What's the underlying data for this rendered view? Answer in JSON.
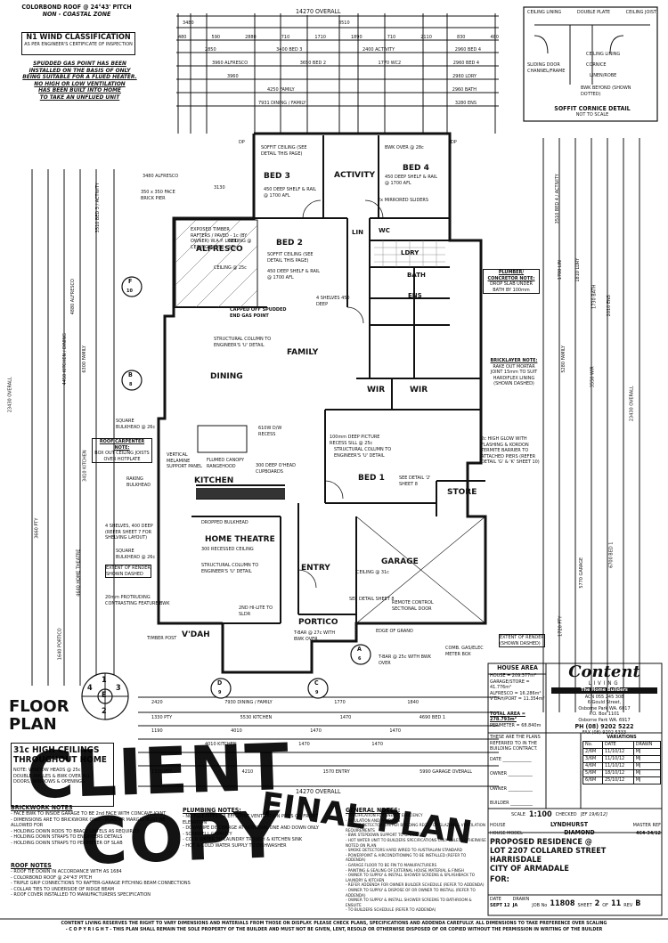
{
  "header": {
    "roof": "COLORBOND ROOF @ 24°43' PITCH",
    "zone": "NON - COASTAL ZONE",
    "wind_title": "N1 WIND CLASSIFICATION",
    "wind_sub": "AS PER ENGINEER'S CERTIFICATE OF INSPECTION",
    "gas_note": [
      "SPUDDED GAS POINT HAS BEEN",
      "INSTALLED ON THE BASIS OF ONLY",
      "BEING SUITABLE FOR A FLUED HEATER.",
      "NO HIGH OR LOW VENTILATION",
      "HAS BEEN BUILT INTO HOME",
      "TO TAKE AN UNFLUED UNIT"
    ],
    "overall_top": "14270 OVERALL",
    "overall_bottom": "14270 OVERALL"
  },
  "top_dims": [
    [
      "3480",
      "8510"
    ],
    [
      "480",
      "590",
      "2880",
      "710",
      "1710",
      "1890",
      "710",
      "2110",
      "830",
      "480"
    ],
    [
      "2850",
      "3400 BED 3",
      "2400 ACTIVITY",
      "2960 BED 4"
    ],
    [
      "3960 ALFRESCO",
      "3650 BED 2",
      "1770 WC2",
      "2960 BED 4"
    ],
    [
      "3960",
      "2960 LDRY"
    ],
    [
      "4250 FAMILY",
      "2960 BATH"
    ],
    [
      "7931 DINING / FAMILY",
      "3280 ENS"
    ]
  ],
  "soffit": {
    "title": "SOFFIT CORNICE DETAIL",
    "sub": "NOT TO SCALE",
    "labels": [
      "CEILING LINING",
      "DOUBLE PLATE",
      "CEILING JOIST",
      "CEILING LINING",
      "CORNICE",
      "SLIDING DOOR CHANNEL/FRAME",
      "LINEN/ROBE",
      "BWK BEYOND (SHOWN DOTTED)"
    ]
  },
  "rooms": {
    "bed3": "BED 3",
    "activity": "ACTIVITY",
    "bed4": "BED 4",
    "bed2": "BED 2",
    "alfresco": "ALFRESCO",
    "dining": "DINING",
    "family": "FAMILY",
    "wir1": "WIR",
    "wir2": "WIR",
    "kitchen": "KITCHEN",
    "home_theatre": "HOME THEATRE",
    "bed1": "BED 1",
    "store": "STORE",
    "garage": "GARAGE",
    "entry": "ENTRY",
    "portico": "PORTICO",
    "vdah": "V'DAH",
    "ens": "ENS",
    "bath": "BATH",
    "ldry": "LDRY",
    "wc": "WC",
    "linen": "LIN"
  },
  "notes": {
    "soffit_ceiling_1": "SOFFIT CEILING (SEE DETAIL THIS PAGE)",
    "soffit_ceiling_2": "SOFFIT CEILING (SEE DETAIL THIS PAGE)",
    "shelf_rail_1": "450 DEEP SHELF & RAIL @ 1700 AFL",
    "shelf_rail_2": "450 DEEP SHELF & RAIL @ 1700 AFL",
    "shelf_rail_3": "450 DEEP SHELF & RAIL @ 1700 AFL",
    "bwk_over_1": "BWK OVER @ 28c",
    "mirrored": "2x MIRRORED SLIDERS",
    "alfresco_pave": "EXPOSED TIMBER RAFTERS / PAVED - 1c (BY OWNER) W.A.P. LINED CEILING @ 25c",
    "capped_gas": "CAPPED OFF SPUDDED END GAS POINT",
    "structural_1": "STRUCTURAL COLUMN TO ENGINEER'S 'U' DETAIL",
    "structural_2": "STRUCTURAL COLUMN TO ENGINEER'S 'U' DETAIL",
    "structural_3": "STRUCTURAL COLUMN TO ENGINEER'S 'U' DETAIL",
    "plumber_title": "PLUMBER/ CONCRETOR NOTE:",
    "plumber_body": "DROP SLAB UNDER BATH BY 100mm",
    "bricklayer_title": "BRICKLAYER NOTE:",
    "bricklayer_body": "RAKE OUT MORTAR JOINT 15mm TO SUIT HARDIFLEX LINING (SHOWN DASHED)",
    "roof_carpenter_title": "ROOF CARPENTER NOTE:",
    "roof_carpenter_body": "BOX OUT CEILING JOISTS OVER HOTPLATE",
    "square_bulkhead_1": "SQUARE BULKHEAD @ 26c",
    "square_bulkhead_2": "SQUARE BULKHEAD @ 26c",
    "raking_bulkhead": "RAKING BULKHEAD",
    "vertical_melamine": "VERTICAL MELAMINE SUPPORT PANEL",
    "flumed_canopy": "FLUMED CANOPY RANGEHOOD",
    "dw_recess": "610W D/W RECESS",
    "picture_recess": "100mm DEEP PICTURE RECESS SILL @ 25c",
    "see_detail_2": "SEE DETAIL '2' SHEET 8",
    "see_detail_sheet8": "SEE DETAIL SHEET 8",
    "shelves": "4 SHELVES, 400 DEEP (REFER SHEET 7 FOR SHELVING LAYOUT)",
    "extent_render": "EXTENT OF RENDER SHOWN DASHED",
    "protruding": "20mm PROTRUDING CONTRASTING FEATURE BWK",
    "timber_post": "TIMBER POST",
    "remote_door": "REMOTE CONTROL SECTIONAL DOOR",
    "edge_grano": "EDGE OF GRANO",
    "comb_meter": "COMB. GAS/ELEC METER BOX",
    "extent_render_2": "EXTENT OF RENDER (SHOWN DASHED)",
    "t_bar_1": "T-BAR @ 25c WITH BWK OVER",
    "t_bar_2": "T-BAR @ 27c WITH BWK OVER",
    "dropped_bulkhead": "DROPPED BULKHEAD",
    "recessed_ceiling": "300 RECESSED CEILING",
    "hi_lite": "2ND HI-LITE TO SLDR",
    "ceiling_hts": "CEILING @ 31c",
    "two_c_fixed": "2c HIGH GLOW WITH FLASHING & KORDON TERMITE BARRIER TO ATTACHED PIERS (REFER DETAIL 'G' & 'K' SHEET 10)",
    "two_shelves": "4 SHELVES 450 DEEP",
    "dp": "DP",
    "cupboards": "300 DEEP O'HEAD CUPBOARDS",
    "exposed_ceiling": "CEILING @ 27c",
    "alfresco_ceiling": "CEILING @ 25c"
  },
  "callouts": {
    "f10": [
      "F",
      "10"
    ],
    "b8": [
      "B",
      "8"
    ],
    "a6": [
      "A",
      "6"
    ],
    "d9": [
      "D",
      "9"
    ],
    "c9": [
      "C",
      "9"
    ],
    "e_compass": [
      "E",
      "4",
      "2",
      "1",
      "3"
    ]
  },
  "left_dims": [
    "3480 ALFRESCO",
    "350 x 350 FACE BRICK PIER",
    "3130",
    "3510 BED 3 / ACTIVITY",
    "4880 ALFRESCO",
    "4450 KITCHEN / DINING",
    "6300 FAMILY",
    "3410 KITCHEN",
    "3660 PTY",
    "4640 HOME THEATRE",
    "1640 PORTICO",
    "23430 OVERALL"
  ],
  "right_dims": [
    "3510 BED 4 / ACTIVITY",
    "1700 LIN",
    "1810 LDRY",
    "1730 BATH",
    "2010 ENS",
    "5280 FAMILY",
    "3550 WIR",
    "23430 OVERALL",
    "5770 GARAGE",
    "1720 PTY",
    "6700 BED 1"
  ],
  "bottom_dims": [
    [
      "2420",
      "7930 DINING / FAMILY",
      "1770",
      "1840"
    ],
    [
      "1330 PTY",
      "5530 KITCHEN",
      "1470",
      "4690 BED 1"
    ],
    [
      "1190",
      "4010",
      "1470",
      "1470"
    ],
    [
      "4010 KITCHEN",
      "1470",
      "1470"
    ],
    [
      "1330 PTY",
      "4210",
      "1570 ENTRY",
      "5990 GARAGE OVERALL"
    ]
  ],
  "floor_plan": {
    "title1": "FLOOR",
    "title2": "PLAN",
    "ceilings1": "31c HIGH CEILINGS",
    "ceilings2": "THROUGHOUT HOME",
    "win_note": [
      "NOTE: WINDOW HEADS @ 25c",
      "DOUBLE ANGLES & BWK OVER ALL",
      "DOORS, WINDOWS & OPENINGS"
    ]
  },
  "stamps": {
    "client": "CLIENT",
    "copy": "COPY",
    "final": "FINAL PLAN"
  },
  "brickwork": {
    "title": "BRICKWORK NOTES",
    "items": [
      "- FACE BWK TO INSIDE GARAGE TO BE 2nd FACE WITH CONCAVE JOINT",
      "- DIMENSIONS ARE TO BRICKWORK ONLY - PLASTER MARGIN MUST BE ALLOWED FOR",
      "- HOLDING DOWN RODS TO BRACE LINTELS AS REQUIRED",
      "- HOLDING DOWN STRAPS TO ENGINEERS DETAILS",
      "- HOLDING DOWN STRAPS TO PERIMETER OF SLAB"
    ]
  },
  "roof_notes": {
    "title": "ROOF NOTES",
    "items": [
      "- ROOF TIE DOWN IN ACCORDANCE WITH AS 1684",
      "- COLORBOND ROOF @ 24°43' PITCH",
      "- TRIPLE GRIP CONNECTIONS TO RAFTER-GARAGE PITCHING BEAM CONNECTIONS",
      "- COLLAR TIES TO UNDERSIDE OF RIDGE BEAM",
      "- ROOF COVER INSTALLED TO MANUFACTURERS SPECIFICATION"
    ]
  },
  "plumbing": {
    "title": "PLUMBING NOTES:",
    "items": [
      "- NO FLUE PIPES OR EFFLUENT VENTILATION PIPES ON FRONT ELEVATION",
      "- DOWNPIPE DISCHARGE AT NOTIONAL ONE AND DOWN ONLY",
      "- SOAKWELL CAPACITY",
      "- COLD WATER TO LAUNDRY TROUGH & KITCHEN SINK",
      "- HOT & COLD WATER SUPPLY TO DISHWASHER"
    ]
  },
  "general": {
    "title": "GENERAL NOTES:",
    "items": [
      "- SPECIFICATION FOR ENERGY EFFICIENCY",
      "- INSULATION AND WINDOWS",
      "- SMOKE DETECTORS AS PER BUILDING REGS FOR GLAZING & VENTILATION REQUIREMENTS",
      "- BWK STEPDOWN SUPPORT TO OPENINGS",
      "- HOT WATER UNIT TO BUILDERS SPECIFICATIONS ONLY UNLESS OTHERWISE NOTED ON PLAN",
      "- SMOKE DETECTORS HARD WIRED TO AUSTRALIAN STANDARD",
      "- POWERPOINT & AIRCONDITIONING TO BE INSTALLED (REFER TO ADDENDA)",
      "- GARAGE FLOOR TO BE FIN TO MANUFACTURERS",
      "- PAINTING & SEALING OF EXTERNAL HOUSE MATERIAL & FINISH",
      "- OWNER TO SUPPLY & INSTALL SHOWER SCREENS & SPLASHBACK TO LAUNDRY & KITCHEN",
      "- REFER ADDENDA FOR OWNER BUILDER SCHEDULE (REFER TO ADDENDA)",
      "- OWNER TO SUPPLY & DISPOSE OF OR OWNER TO INSTALL (REFER TO ADDENDA)",
      "- OWNER TO SUPPLY & INSTALL SHOWER SCREENS TO BATHROOM & ENSUITE",
      "- TO BUILDERS SCHEDULE (REFER TO ADDENDA)"
    ]
  },
  "house_area": {
    "title": "HOUSE AREA",
    "lines": [
      "HOUSE = 209.377m²",
      "GARAGE/STORE = 41.776m²",
      "ALFRESCO = 16.286m²",
      "V'DAH/PORT = 11.354m²"
    ],
    "total": "TOTAL AREA = 278.793m²",
    "perimeter": "PERIMETER = 68.840m"
  },
  "company": {
    "logo1": "Content",
    "logo2": "LIVING",
    "tag": "The Home Builders",
    "acn": "ACN 055 245 308",
    "addr": [
      "6 Gould Street,",
      "Osborne Park WA. 6017",
      "P.O. Box 1101",
      "Osborne Park WA. 6917"
    ],
    "ph": "PH (08) 9202 5222",
    "fax": "FAX (08) 9202 5333"
  },
  "owner_block": {
    "disclaimer": [
      "THESE ARE THE PLANS",
      "REFERRED TO IN THE",
      "BUILDING CONTRACT."
    ],
    "date_label": "DATE",
    "owner_label": "OWNER",
    "builder_label": "BUILDER",
    "scale_label": "SCALE",
    "scale": "1:100",
    "checked": "CHECKED",
    "checked_val": "[EF 19/6/12]"
  },
  "variations": {
    "title": "VARIATIONS",
    "cols": [
      "No.",
      "DATE",
      "DRAWN"
    ],
    "rows": [
      [
        "2/6M",
        "11/10/12",
        "MJ"
      ],
      [
        "3/6M",
        "11/10/12",
        "MJ"
      ],
      [
        "4/6M",
        "11/10/12",
        "MJ"
      ],
      [
        "5/6M",
        "18/10/12",
        "MJ"
      ],
      [
        "6/6M",
        "25/10/12",
        "MJ"
      ]
    ]
  },
  "project": {
    "house_label": "HOUSE",
    "house": "LYNDHURST",
    "model_label": "HOUSE MODEL",
    "model": "DIAMOND",
    "master_label": "MASTER REF",
    "master": "464-34/12",
    "proposed": "PROPOSED RESIDENCE @",
    "lot": "LOT 2207 COLLARED STREET",
    "suburb": "HARRISDALE",
    "city": "CITY OF ARMADALE",
    "for": "FOR:",
    "date_col": "DATE",
    "date_val": "SEPT 12",
    "drawn_col": "DRAWN",
    "drawn_val": "JA",
    "job_label": "JOB No",
    "job": "11808",
    "sheet_label": "SHEET",
    "sheet": "2",
    "of": "OF",
    "total_sheets": "11",
    "rev_label": "REV",
    "rev": "B"
  },
  "footer": {
    "line1": "CONTENT LIVING RESERVES THE RIGHT TO VARY DIMENSIONS AND MATERIALS FROM THOSE ON DISPLAY. PLEASE CHECK PLANS, SPECIFICATIONS AND ADDENDA CAREFULLY. ALL DIMENSIONS TO TAKE PREFERENCE OVER SCALING",
    "line2": "- C O P Y R I G H T - THIS PLAN SHALL REMAIN THE SOLE PROPERTY OF THE BUILDER AND MUST NOT BE GIVEN, LENT, RESOLD OR OTHERWISE DISPOSED OF OR COPIED WITHOUT THE PERMISSION IN WRITING OF THE BUILDER"
  }
}
